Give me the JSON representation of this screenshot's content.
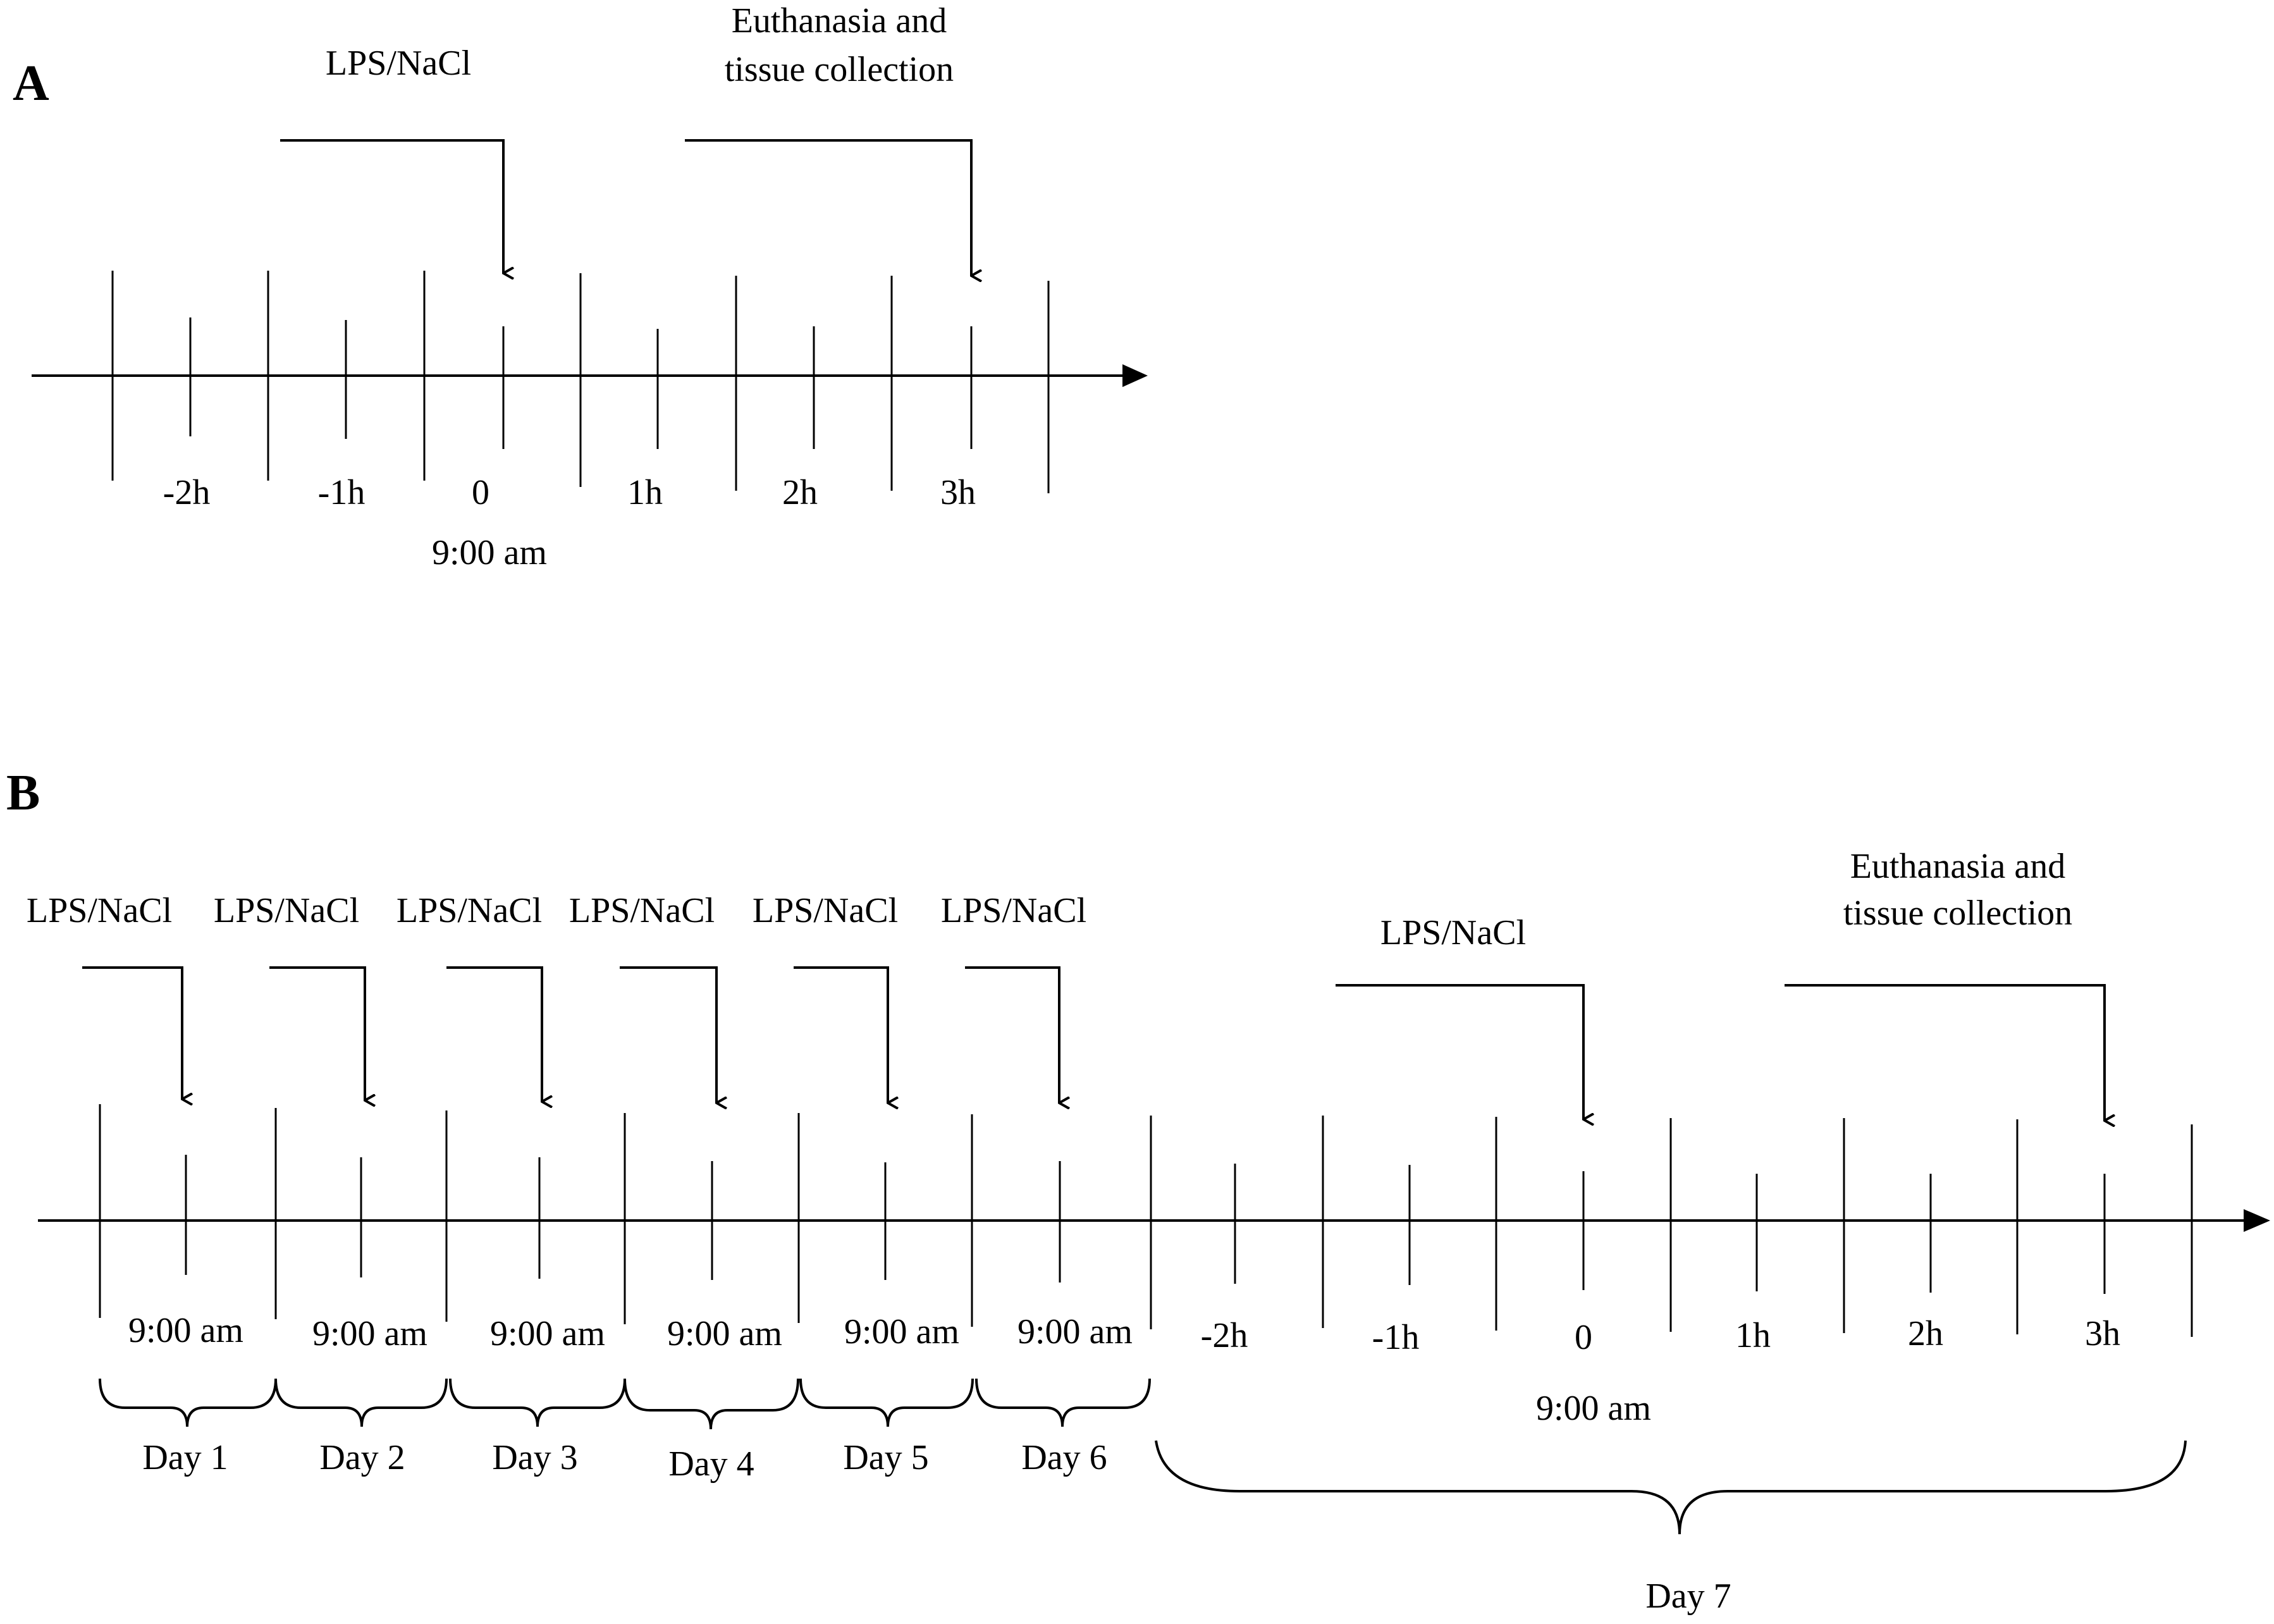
{
  "panels": [
    {
      "id": "A",
      "label": "A",
      "tick_labels": [
        "-2h",
        "-1h",
        "0",
        "1h",
        "2h",
        "3h"
      ],
      "zero_time": "9:00 am",
      "events": [
        {
          "label": "LPS/NaCl",
          "at": "0"
        },
        {
          "label_lines": [
            "Euthanasia and",
            "tissue collection"
          ],
          "at": "3h"
        }
      ]
    },
    {
      "id": "B",
      "label": "B",
      "daily": [
        {
          "day": "Day 1",
          "time": "9:00 am",
          "event": "LPS/NaCl"
        },
        {
          "day": "Day 2",
          "time": "9:00 am",
          "event": "LPS/NaCl"
        },
        {
          "day": "Day 3",
          "time": "9:00 am",
          "event": "LPS/NaCl"
        },
        {
          "day": "Day 4",
          "time": "9:00 am",
          "event": "LPS/NaCl"
        },
        {
          "day": "Day 5",
          "time": "9:00 am",
          "event": "LPS/NaCl"
        },
        {
          "day": "Day 6",
          "time": "9:00 am",
          "event": "LPS/NaCl"
        }
      ],
      "day7": {
        "day": "Day 7",
        "tick_labels": [
          "-2h",
          "-1h",
          "0",
          "1h",
          "2h",
          "3h"
        ],
        "zero_time": "9:00 am",
        "events": [
          {
            "label": "LPS/NaCl",
            "at": "0"
          },
          {
            "label_lines": [
              "Euthanasia and",
              "tissue collection"
            ],
            "at": "3h"
          }
        ]
      }
    }
  ]
}
